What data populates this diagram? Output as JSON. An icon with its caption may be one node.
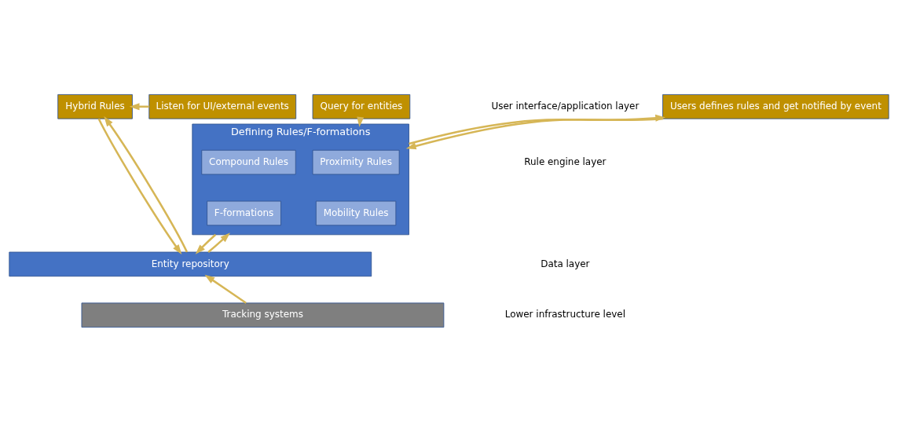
{
  "diagram": {
    "nodes": [
      {
        "text": [
          "Users defines rules and get notified by event"
        ]
      },
      {
        "text": [
          "Query for entities"
        ]
      },
      {
        "text": [
          "Hybrid Rules"
        ]
      },
      {
        "text": [
          "Listen for UI/external events"
        ]
      },
      {
        "text": [
          "Defining Rules/F-formations"
        ]
      },
      {
        "text": [
          "Proximity Rules"
        ],
        "in": 4
      },
      {
        "text": [
          "Compound Rules"
        ],
        "in": 4
      },
      {
        "text": [
          "Mobility Rules"
        ],
        "in": 4
      },
      {
        "text": [
          "F-formations"
        ],
        "in": 4
      },
      {
        "text": [
          "Entity repository"
        ]
      },
      {
        "text": [
          "Tracking systems"
        ]
      }
    ],
    "edges": [
      {
        "from": 0,
        "to": 4,
        "arrow": "to"
      },
      {
        "from": 4,
        "to": 0,
        "arrow": "to"
      },
      {
        "from": 1,
        "to": 4,
        "arrow": "to"
      },
      {
        "from": 3,
        "to": 2,
        "arrow": "to"
      },
      {
        "from": 2,
        "to": 9,
        "arrow": "to"
      },
      {
        "from": 9,
        "to": 2,
        "arrow": "to"
      },
      {
        "from": 4,
        "to": 9,
        "arrow": "to"
      },
      {
        "from": 9,
        "to": 4,
        "arrow": "to"
      },
      {
        "from": 10,
        "to": 9,
        "arrow": "to"
      }
    ],
    "labels": [
      "User interface/application layer",
      "Rule engine layer",
      "Data layer",
      "Lower infrastructure level"
    ]
  }
}
